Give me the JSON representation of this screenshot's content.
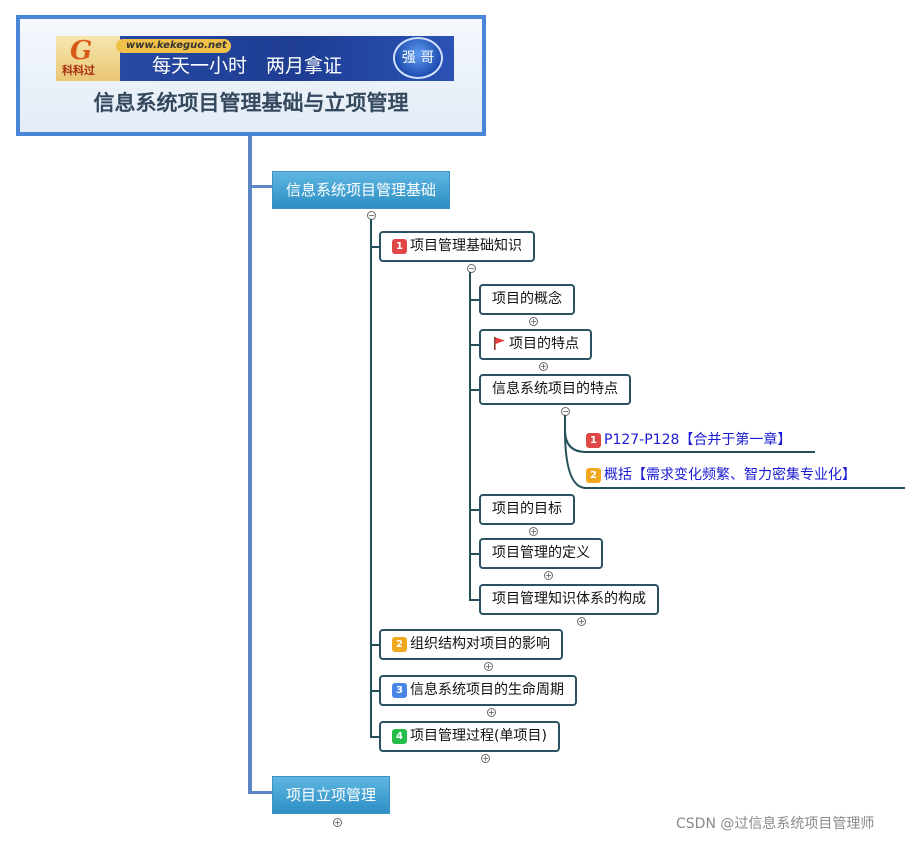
{
  "root": {
    "banner_url": "www.kekeguo.net",
    "logo_text": "科科过",
    "slogan": "每天一小时　两月拿证",
    "badge": "强 哥",
    "title": "信息系统项目管理基础与立项管理"
  },
  "level1": [
    {
      "label": "信息系统项目管理基础",
      "children": [
        {
          "number": "1",
          "label": "项目管理基础知识",
          "children": [
            {
              "label": "项目的概念"
            },
            {
              "label": "项目的特点",
              "icon": "red-flag-icon"
            },
            {
              "label": "信息系统项目的特点",
              "leaves": [
                {
                  "number": "1",
                  "label": "P127-P128【合并于第一章】"
                },
                {
                  "number": "2",
                  "label": "概括【需求变化频繁、智力密集专业化】"
                }
              ]
            },
            {
              "label": "项目的目标"
            },
            {
              "label": "项目管理的定义"
            },
            {
              "label": "项目管理知识体系的构成"
            }
          ]
        },
        {
          "number": "2",
          "label": "组织结构对项目的影响"
        },
        {
          "number": "3",
          "label": "信息系统项目的生命周期"
        },
        {
          "number": "4",
          "label": "项目管理过程(单项目)"
        }
      ]
    },
    {
      "label": "项目立项管理"
    }
  ],
  "toggles": {
    "collapse": "−",
    "expand": "+"
  },
  "colors": {
    "num_1": "#e04848",
    "num_2": "#f2a81e",
    "num_3": "#4a86e6",
    "num_4": "#27bd4a",
    "leaf_text": "#1b1bd4",
    "node_border": "#2b5263"
  },
  "watermark": "CSDN @过信息系统项目管理师"
}
